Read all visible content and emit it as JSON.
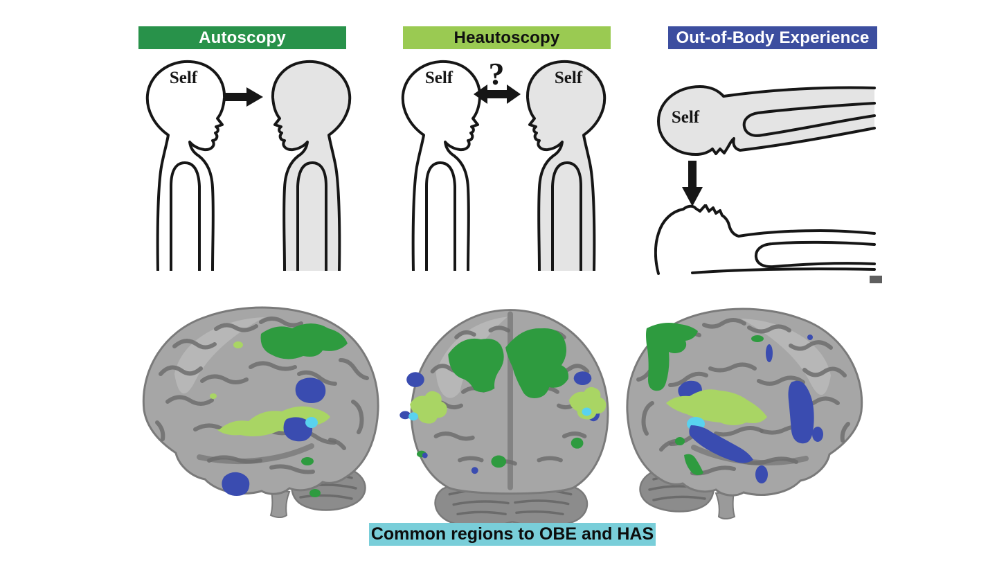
{
  "figure": {
    "type": "scientific-figure",
    "panels": {
      "autoscopy": {
        "title": "Autoscopy",
        "self_label": "Self"
      },
      "heautoscopy": {
        "title": "Heautoscopy",
        "self_label_left": "Self",
        "self_label_right": "Self",
        "uncertainty_mark": "?"
      },
      "obe": {
        "title": "Out-of-Body Experience",
        "self_label": "Self"
      }
    },
    "brains": {
      "views": [
        "left-lateral-view",
        "posterior-view",
        "right-lateral-view"
      ],
      "caption": "Common regions to OBE and HAS"
    },
    "colors": {
      "bar_autoscopy": "#28924a",
      "bar_heautoscopy": "#9aca52",
      "bar_obe": "#3c4e9f",
      "caption_bg": "#79ced9",
      "ink": "#161616",
      "figure_gray": "#e4e4e4",
      "brain_base": "#a6a6a6",
      "brain_edge": "#7a7a7a",
      "sulci": "#6d6d6d",
      "cerebellum": "#8c8c8c",
      "act_dgreen": "#2e9b3f",
      "act_lgreen": "#a9d564",
      "act_blue": "#3a4cb0",
      "act_cyan": "#59d2ef",
      "marker_gray": "#5f5f5f"
    }
  }
}
